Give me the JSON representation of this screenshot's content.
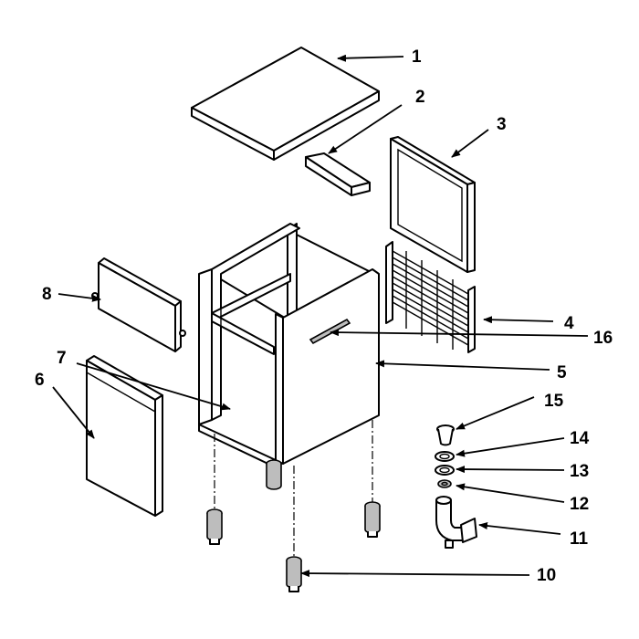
{
  "callouts": [
    {
      "id": "1",
      "label": "1"
    },
    {
      "id": "2",
      "label": "2"
    },
    {
      "id": "3",
      "label": "3"
    },
    {
      "id": "4",
      "label": "4"
    },
    {
      "id": "5",
      "label": "5"
    },
    {
      "id": "6",
      "label": "6"
    },
    {
      "id": "7",
      "label": "7"
    },
    {
      "id": "8",
      "label": "8"
    },
    {
      "id": "10",
      "label": "10"
    },
    {
      "id": "11",
      "label": "11"
    },
    {
      "id": "12",
      "label": "12"
    },
    {
      "id": "13",
      "label": "13"
    },
    {
      "id": "14",
      "label": "14"
    },
    {
      "id": "15",
      "label": "15"
    },
    {
      "id": "16",
      "label": "16"
    }
  ]
}
